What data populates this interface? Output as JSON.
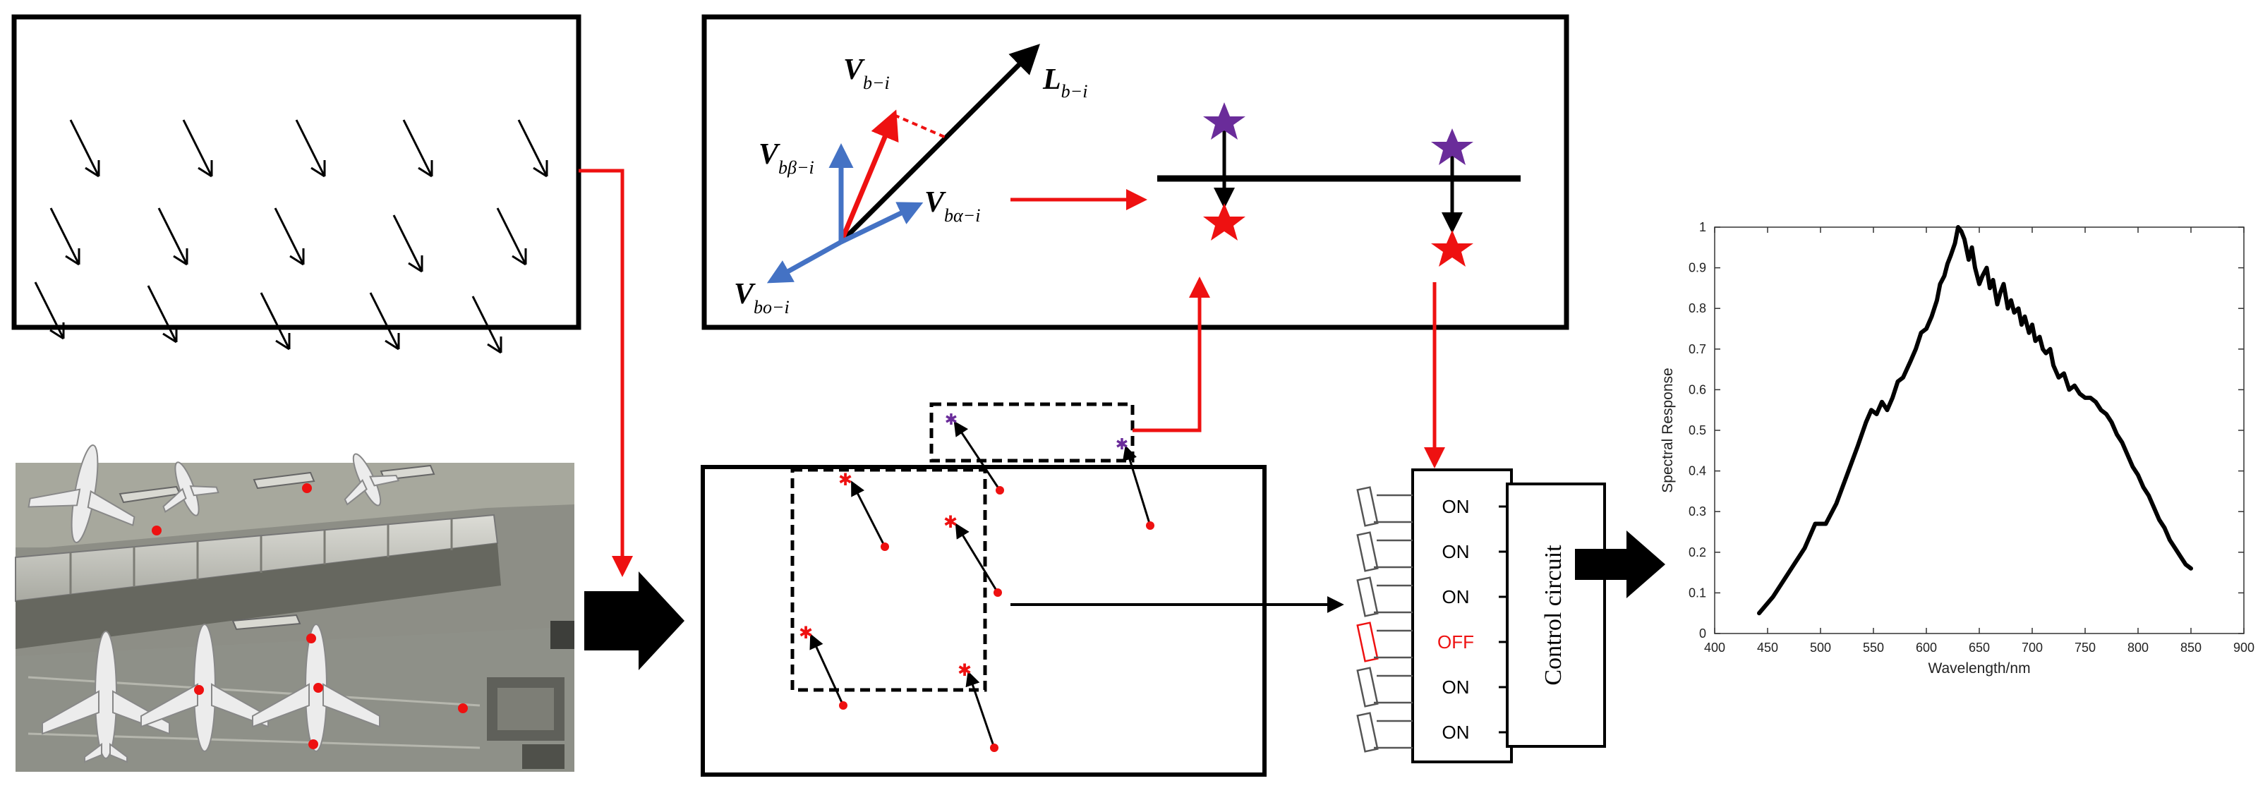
{
  "vector_diagram": {
    "labels": {
      "l_main": "L",
      "l_sub": "b−i",
      "v_b": "V",
      "v_b_sub": "b−i",
      "v_beta": "V",
      "v_beta_sub": "bβ−i",
      "v_alpha": "V",
      "v_alpha_sub": "bα−i",
      "v_o": "V",
      "v_o_sub": "bo−i"
    }
  },
  "switch_panel": {
    "switches": [
      {
        "label": "ON",
        "state": "on"
      },
      {
        "label": "ON",
        "state": "on"
      },
      {
        "label": "ON",
        "state": "on"
      },
      {
        "label": "OFF",
        "state": "off"
      },
      {
        "label": "ON",
        "state": "on"
      },
      {
        "label": "ON",
        "state": "on"
      }
    ],
    "control_label": "Control circuit"
  },
  "colors": {
    "arrow_red": "#ee1111",
    "star_purple": "#6a2c9a",
    "star_red": "#ee1111",
    "vector_blue": "#4472c4",
    "off_red": "#ee1111"
  },
  "chart_data": {
    "type": "line",
    "xlabel": "Wavelength/nm",
    "ylabel": "Spectral Response",
    "xlim": [
      400,
      900
    ],
    "ylim": [
      0,
      1
    ],
    "xticks": [
      "400",
      "450",
      "500",
      "550",
      "600",
      "650",
      "700",
      "750",
      "800",
      "850",
      "900"
    ],
    "yticks": [
      "0",
      "0.1",
      "0.2",
      "0.3",
      "0.4",
      "0.5",
      "0.6",
      "0.7",
      "0.8",
      "0.9",
      "1"
    ],
    "x": [
      442,
      455,
      470,
      485,
      495,
      505,
      515,
      525,
      535,
      543,
      548,
      553,
      558,
      563,
      568,
      573,
      578,
      585,
      590,
      595,
      600,
      605,
      610,
      613,
      617,
      620,
      623,
      627,
      630,
      633,
      636,
      640,
      643,
      646,
      650,
      653,
      657,
      660,
      663,
      667,
      670,
      673,
      677,
      680,
      683,
      687,
      690,
      693,
      697,
      700,
      703,
      707,
      710,
      713,
      717,
      720,
      725,
      730,
      735,
      740,
      745,
      750,
      755,
      760,
      765,
      770,
      775,
      780,
      785,
      790,
      795,
      800,
      805,
      810,
      815,
      820,
      825,
      830,
      835,
      840,
      845,
      850
    ],
    "y": [
      0.05,
      0.09,
      0.15,
      0.21,
      0.27,
      0.27,
      0.32,
      0.39,
      0.46,
      0.52,
      0.55,
      0.54,
      0.57,
      0.55,
      0.58,
      0.62,
      0.63,
      0.67,
      0.7,
      0.74,
      0.75,
      0.78,
      0.82,
      0.86,
      0.88,
      0.91,
      0.93,
      0.96,
      1.0,
      0.99,
      0.97,
      0.92,
      0.95,
      0.9,
      0.86,
      0.88,
      0.9,
      0.85,
      0.87,
      0.81,
      0.84,
      0.86,
      0.8,
      0.82,
      0.79,
      0.8,
      0.76,
      0.78,
      0.74,
      0.76,
      0.72,
      0.73,
      0.7,
      0.69,
      0.7,
      0.66,
      0.63,
      0.64,
      0.6,
      0.61,
      0.59,
      0.58,
      0.58,
      0.57,
      0.55,
      0.54,
      0.52,
      0.49,
      0.47,
      0.44,
      0.41,
      0.39,
      0.36,
      0.34,
      0.31,
      0.28,
      0.26,
      0.23,
      0.21,
      0.19,
      0.17,
      0.16
    ]
  }
}
